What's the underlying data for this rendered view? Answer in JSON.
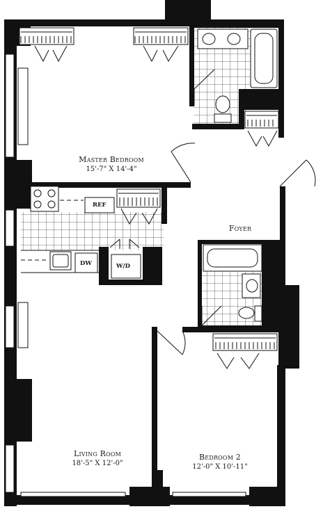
{
  "rooms": {
    "master_bedroom": {
      "name": "Master Bedroom",
      "dimensions": "15'-7\" X 14'-4\""
    },
    "foyer": {
      "name": "Foyer"
    },
    "living_room": {
      "name": "Living Room",
      "dimensions": "18'-5\" X 12'-0\""
    },
    "bedroom_2": {
      "name": "Bedroom 2",
      "dimensions": "12'-0\" X 10'-11\""
    }
  },
  "fixtures": {
    "ref": "REF",
    "dw": "DW",
    "wd": "W/D"
  }
}
